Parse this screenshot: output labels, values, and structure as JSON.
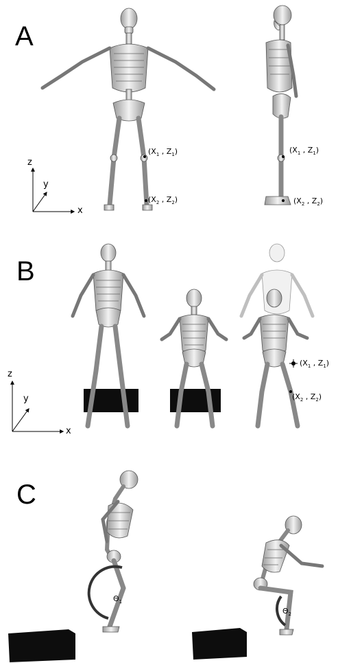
{
  "panels": [
    {
      "letter": "A"
    },
    {
      "letter": "B"
    },
    {
      "letter": "C"
    }
  ],
  "axes": {
    "z": "z",
    "y": "y",
    "x": "x"
  },
  "markers": {
    "knee": {
      "base": "(X",
      "sub": "1",
      "mid": " , Z",
      "sub2": "1",
      "end": ")"
    },
    "ankle": {
      "base": "(X",
      "sub": "2",
      "mid": " , Z",
      "sub2": "2",
      "end": ")"
    }
  },
  "angles": {
    "theta1": {
      "base": "Θ",
      "sub": "1"
    },
    "theta2": {
      "base": "Θ",
      "sub": "2"
    }
  },
  "colors": {
    "bone": "#e2e2e2",
    "bone_shade": "#9a9a9a",
    "outline": "#555555",
    "box": "#0d0d0d"
  }
}
